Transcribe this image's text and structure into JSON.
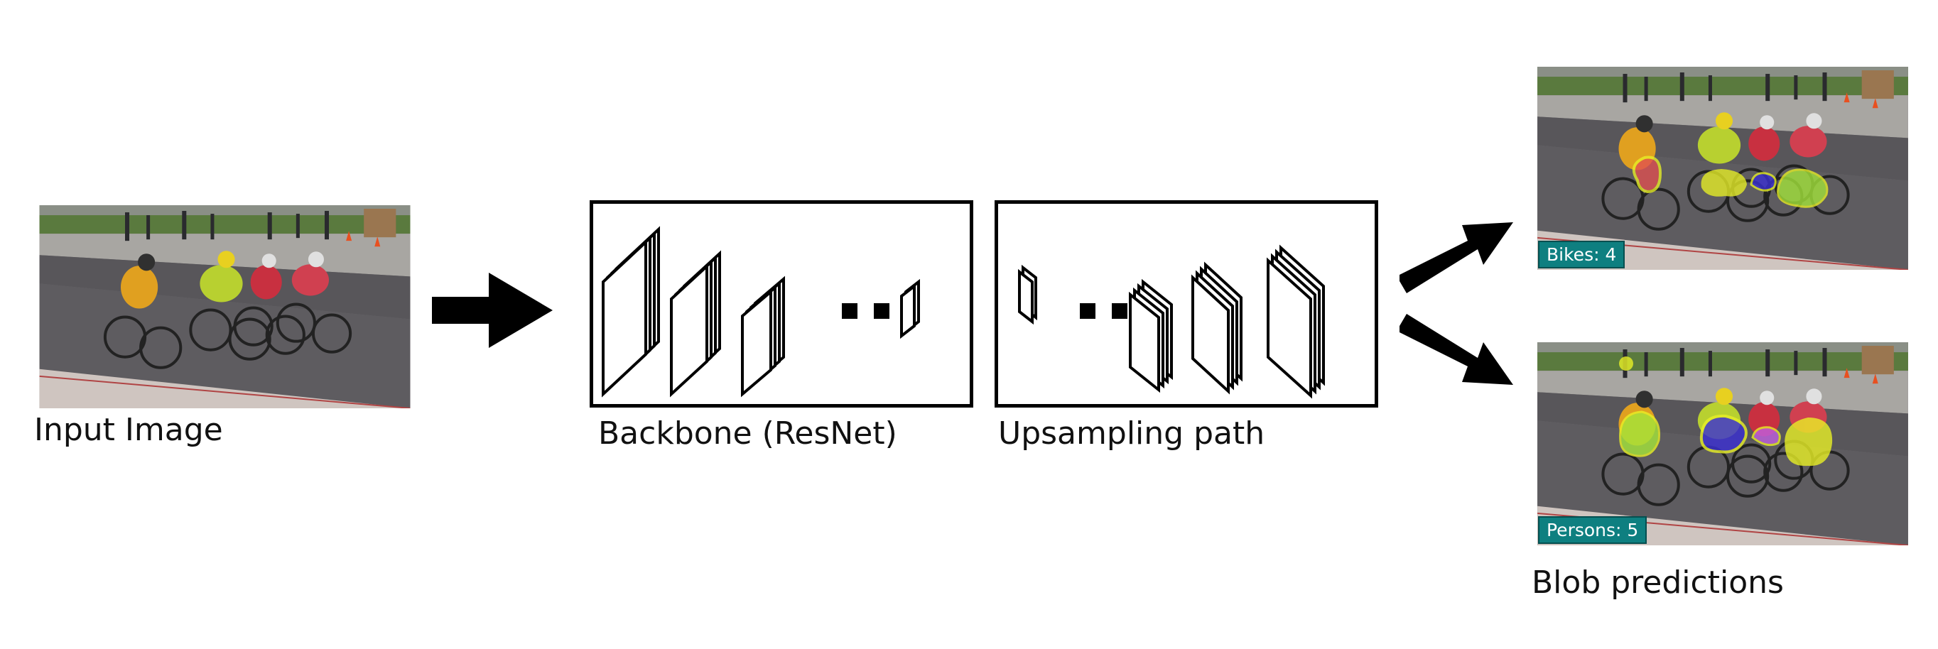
{
  "labels": {
    "input": "Input Image",
    "backbone": "Backbone (ResNet)",
    "upsampling": "Upsampling path",
    "blob": "Blob predictions"
  },
  "badges": {
    "bikes": "Bikes: 4",
    "persons": "Persons: 5"
  },
  "colors": {
    "badge_bg": "#0e7f80",
    "blob_yellow": "#e8f026",
    "blob_green": "#a4e63a",
    "blob_blue": "#3a2fd4",
    "blob_purple": "#c060e0",
    "blob_red": "#e05050"
  },
  "icons": {
    "arrows": [
      "arrow-right-icon",
      "arrow-up-right-icon",
      "arrow-down-right-icon"
    ]
  }
}
